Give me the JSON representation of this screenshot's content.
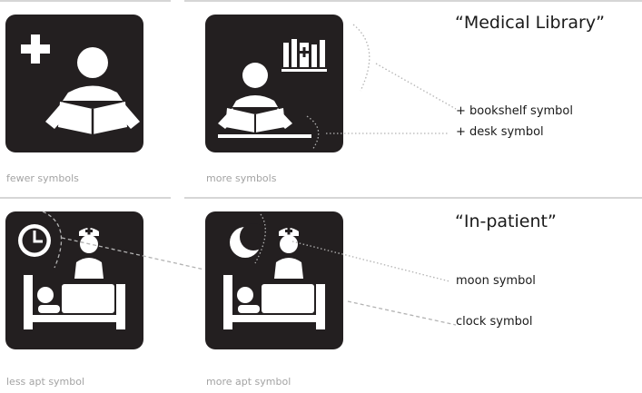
{
  "sections": {
    "medical_library": {
      "title": "“Medical Library”",
      "left_caption": "fewer symbols",
      "right_caption": "more symbols",
      "annotations": [
        "+ bookshelf symbol",
        "+ desk symbol"
      ]
    },
    "in_patient": {
      "title": "“In-patient”",
      "left_caption": "less apt symbol",
      "right_caption": "more apt symbol",
      "annotations": [
        "moon symbol",
        "clock symbol"
      ]
    }
  },
  "colors": {
    "tile": "#231f20",
    "glyph": "#ffffff",
    "rule": "#d6d6d6",
    "caption": "#a3a3a3",
    "leader": "#b3b3b3"
  },
  "icons": {
    "library_basic": [
      "cross-icon",
      "person-reading-icon"
    ],
    "library_detailed": [
      "bookshelf-icon",
      "person-reading-icon",
      "desk-icon"
    ],
    "inpatient_clock": [
      "clock-icon",
      "nurse-icon",
      "hospital-bed-icon"
    ],
    "inpatient_moon": [
      "moon-icon",
      "nurse-icon",
      "hospital-bed-icon"
    ]
  }
}
